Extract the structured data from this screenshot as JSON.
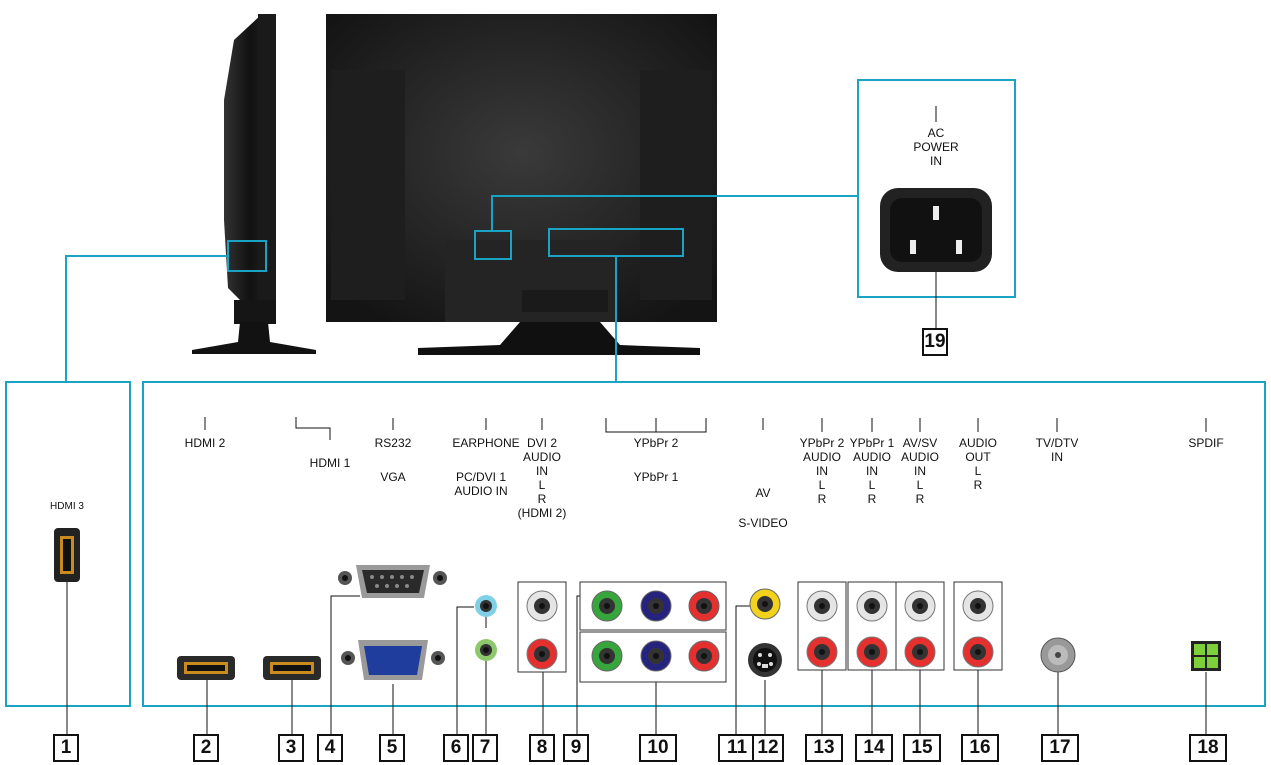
{
  "accent_color": "#1aa3c4",
  "power_panel": {
    "label_lines": [
      "AC",
      "POWER",
      "IN"
    ],
    "number": "19"
  },
  "side_panel": {
    "label": "HDMI 3",
    "number": "1"
  },
  "ports": [
    {
      "number": "2",
      "label_lines": [
        "HDMI 2"
      ],
      "icon": "hdmi-port-icon"
    },
    {
      "number": "3",
      "label_lines": [
        "HDMI 1"
      ],
      "icon": "hdmi-port-icon"
    },
    {
      "number": "4",
      "label_lines": [
        "RS232"
      ],
      "icon": "serial-port-icon"
    },
    {
      "number": "5",
      "label_lines": [
        "VGA"
      ],
      "icon": "vga-port-icon"
    },
    {
      "number": "6",
      "label_lines": [
        "EARPHONE"
      ],
      "icon": "earphone-jack-icon"
    },
    {
      "number": "7",
      "label_lines": [
        "PC/DVI 1",
        "AUDIO IN"
      ],
      "icon": "audio-jack-icon"
    },
    {
      "number": "8",
      "label_lines": [
        "DVI 2",
        "AUDIO",
        "IN",
        "L",
        "R",
        "(HDMI 2)"
      ],
      "icon": "rca-pair-icon"
    },
    {
      "number": "9",
      "label_lines": [
        "YPbPr 2"
      ],
      "icon": "component-row-icon"
    },
    {
      "number": "10",
      "label_lines": [
        "YPbPr 1"
      ],
      "icon": "component-row-icon"
    },
    {
      "number": "11",
      "label_lines": [
        "AV"
      ],
      "icon": "composite-jack-icon"
    },
    {
      "number": "12",
      "label_lines": [
        "S-VIDEO"
      ],
      "icon": "s-video-port-icon"
    },
    {
      "number": "13",
      "label_lines": [
        "YPbPr 2",
        "AUDIO",
        "IN",
        "L",
        "R"
      ],
      "icon": "rca-pair-icon"
    },
    {
      "number": "14",
      "label_lines": [
        "YPbPr 1",
        "AUDIO",
        "IN",
        "L",
        "R"
      ],
      "icon": "rca-pair-icon"
    },
    {
      "number": "15",
      "label_lines": [
        "AV/SV",
        "AUDIO",
        "IN",
        "L",
        "R"
      ],
      "icon": "rca-pair-icon"
    },
    {
      "number": "16",
      "label_lines": [
        "AUDIO",
        "OUT",
        "L",
        "R"
      ],
      "icon": "rca-pair-icon"
    },
    {
      "number": "17",
      "label_lines": [
        "TV/DTV",
        "IN"
      ],
      "icon": "coax-port-icon"
    },
    {
      "number": "18",
      "label_lines": [
        "SPDIF"
      ],
      "icon": "optical-port-icon"
    }
  ]
}
